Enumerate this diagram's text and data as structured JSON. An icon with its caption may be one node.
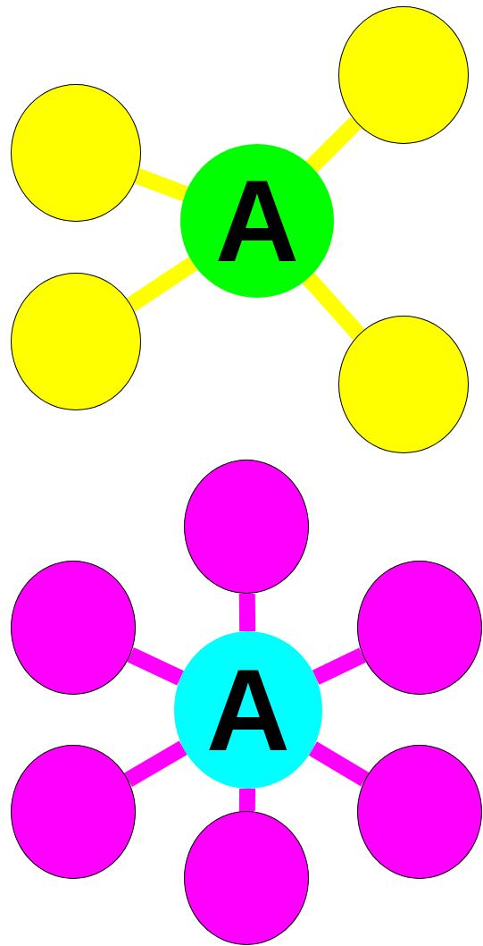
{
  "diagram": {
    "nodes": [
      {
        "text": [
          "A"
        ]
      },
      {
        "text": [],
        "shape": "circle"
      },
      {
        "text": [],
        "shape": "circle"
      },
      {
        "text": [],
        "shape": "circle"
      },
      {
        "text": [],
        "shape": "circle"
      },
      {
        "text": [
          "A"
        ]
      },
      {
        "text": [],
        "shape": "circle"
      },
      {
        "text": [],
        "shape": "circle"
      },
      {
        "text": [],
        "shape": "circle"
      },
      {
        "text": [],
        "shape": "circle"
      },
      {
        "text": [],
        "shape": "circle"
      },
      {
        "text": [],
        "shape": "circle"
      }
    ],
    "edges": [
      {
        "from": 0,
        "to": 1,
        "arrow": "none",
        "color": "#ffff00"
      },
      {
        "from": 0,
        "to": 2,
        "arrow": "none",
        "color": "#ffff00"
      },
      {
        "from": 0,
        "to": 3,
        "arrow": "none",
        "color": "#ffff00"
      },
      {
        "from": 0,
        "to": 4,
        "arrow": "none",
        "color": "#ffff00"
      },
      {
        "from": 5,
        "to": 6,
        "arrow": "none",
        "color": "#ff00ff"
      },
      {
        "from": 5,
        "to": 7,
        "arrow": "none",
        "color": "#ff00ff"
      },
      {
        "from": 5,
        "to": 8,
        "arrow": "none",
        "color": "#ff00ff"
      },
      {
        "from": 5,
        "to": 9,
        "arrow": "none",
        "color": "#ff00ff"
      },
      {
        "from": 5,
        "to": 10,
        "arrow": "none",
        "color": "#ff00ff"
      },
      {
        "from": 5,
        "to": 11,
        "arrow": "none",
        "color": "#ff00ff"
      }
    ]
  }
}
